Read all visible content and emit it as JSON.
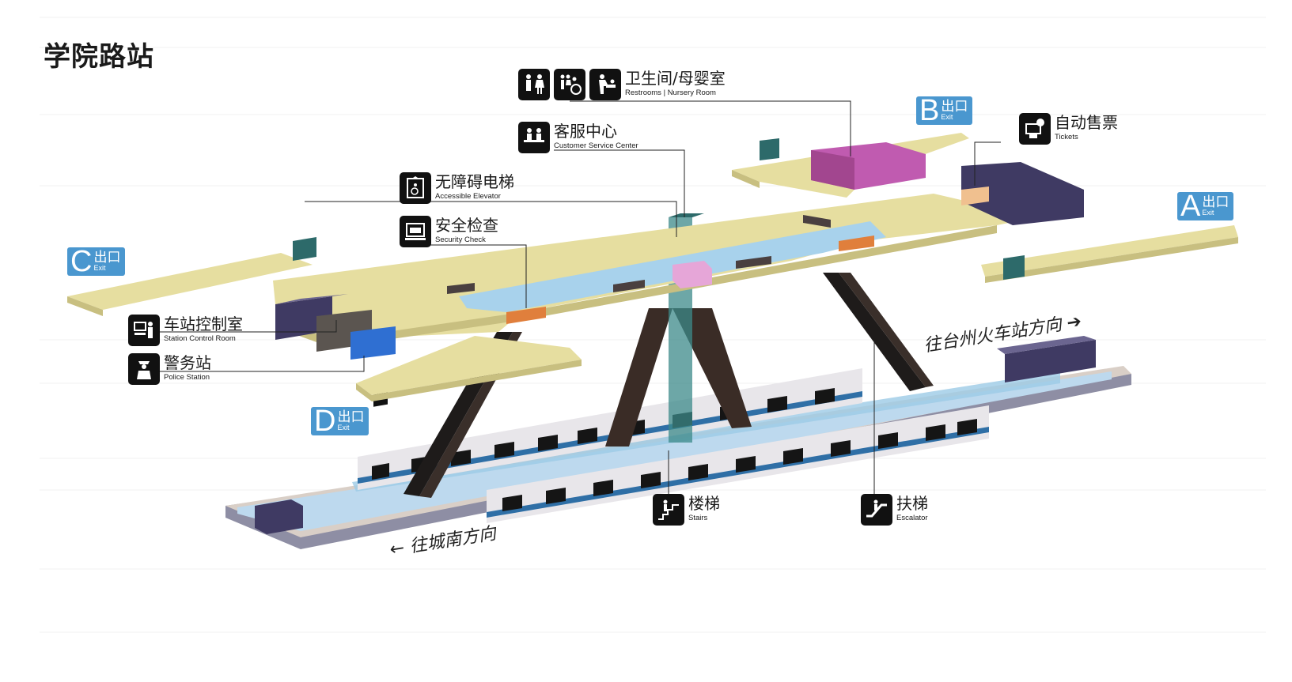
{
  "station": {
    "title": "学院路站"
  },
  "facilities": {
    "restrooms": {
      "zh": "卫生间",
      "en": "Restrooms",
      "icon": "restroom-icon"
    },
    "nursery": {
      "zh": "母婴室",
      "en": "Nursery Room",
      "icon": "nursery-icon"
    },
    "customer_service": {
      "zh": "客服中心",
      "en": "Customer Service Center",
      "icon": "customer-service-icon"
    },
    "elevator": {
      "zh": "无障碍电梯",
      "en": "Accessible Elevator",
      "icon": "elevator-icon"
    },
    "security": {
      "zh": "安全检查",
      "en": "Security Check",
      "icon": "security-check-icon"
    },
    "tickets": {
      "zh": "自动售票",
      "en": "Tickets",
      "icon": "ticket-machine-icon"
    },
    "control_room": {
      "zh": "车站控制室",
      "en": "Station Control Room",
      "icon": "control-room-icon"
    },
    "police": {
      "zh": "警务站",
      "en": "Police Station",
      "icon": "police-icon"
    },
    "stairs": {
      "zh": "楼梯",
      "en": "Stairs",
      "icon": "stairs-icon"
    },
    "escalator": {
      "zh": "扶梯",
      "en": "Escalator",
      "icon": "escalator-icon"
    }
  },
  "exits": {
    "a": {
      "letter": "A",
      "zh": "出口",
      "en": "Exit"
    },
    "b": {
      "letter": "B",
      "zh": "出口",
      "en": "Exit"
    },
    "c": {
      "letter": "C",
      "zh": "出口",
      "en": "Exit"
    },
    "d": {
      "letter": "D",
      "zh": "出口",
      "en": "Exit"
    }
  },
  "directions": {
    "north": "往台州火车站方向",
    "south": "往城南方向"
  },
  "colors": {
    "concourse": "#e6dea0",
    "platform_water": "#a8d2ec",
    "exit_badge": "#4a97cf",
    "purple_block": "#3f3a63",
    "magenta_block": "#c05bb0",
    "pink_block": "#e6a6d8",
    "orange_block": "#e07f3c",
    "teal_shaft": "#2d6a6a"
  }
}
